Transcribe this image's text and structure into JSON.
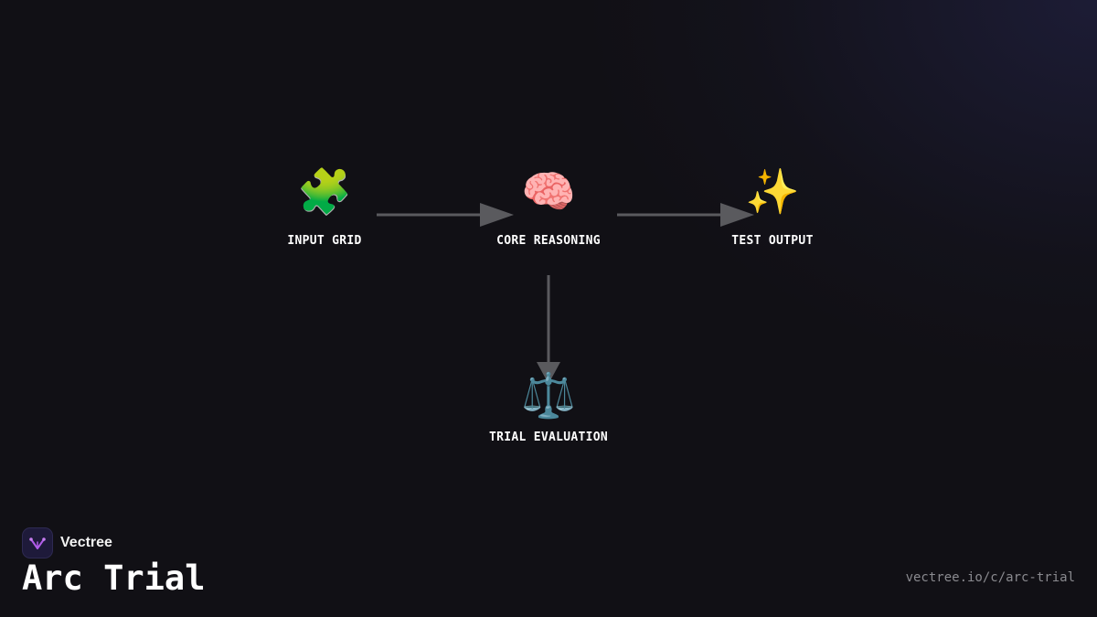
{
  "diagram": {
    "nodes": [
      {
        "id": "input",
        "icon": "🧩",
        "icon_name": "puzzle-icon",
        "label": "INPUT GRID"
      },
      {
        "id": "core",
        "icon": "🧠",
        "icon_name": "brain-icon",
        "label": "CORE REASONING"
      },
      {
        "id": "test",
        "icon": "✨",
        "icon_name": "sparkles-icon",
        "label": "TEST OUTPUT"
      },
      {
        "id": "trial",
        "icon": "⚖️",
        "icon_name": "balance-scale-icon",
        "label": "TRIAL EVALUATION"
      }
    ],
    "edges": [
      {
        "from": "input",
        "to": "core"
      },
      {
        "from": "core",
        "to": "test"
      },
      {
        "from": "core",
        "to": "trial"
      }
    ],
    "edge_color": "#5a5a5e"
  },
  "footer": {
    "brand_name": "Vectree",
    "brand_logo_icon": "vectree-logo-icon",
    "accent_color": "#b05ce8",
    "title": "Arc Trial",
    "url": "vectree.io/c/arc-trial"
  }
}
